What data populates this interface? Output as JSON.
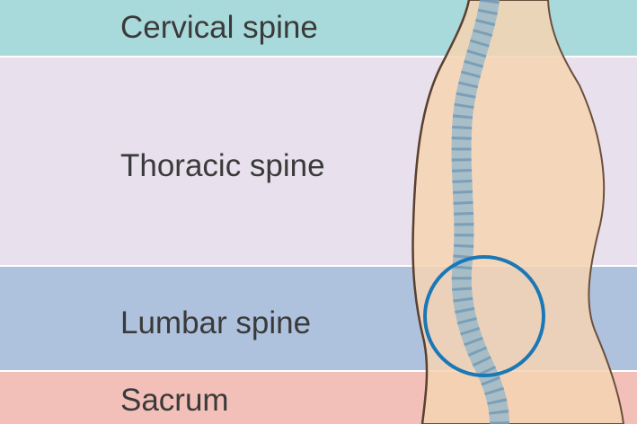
{
  "regions": [
    {
      "label": "Cervical spine",
      "color": "#a9dadb"
    },
    {
      "label": "Thoracic spine",
      "color": "#e8e0ec"
    },
    {
      "label": "Lumbar spine",
      "color": "#aec2de"
    },
    {
      "label": "Sacrum",
      "color": "#f2c0b9"
    }
  ],
  "figure": {
    "skin_color": "#f6d3b3",
    "spine_color": "#8fb6cc",
    "highlight": {
      "region": "Lumbar spine",
      "color": "#1b78b6",
      "shape": "circle"
    }
  }
}
